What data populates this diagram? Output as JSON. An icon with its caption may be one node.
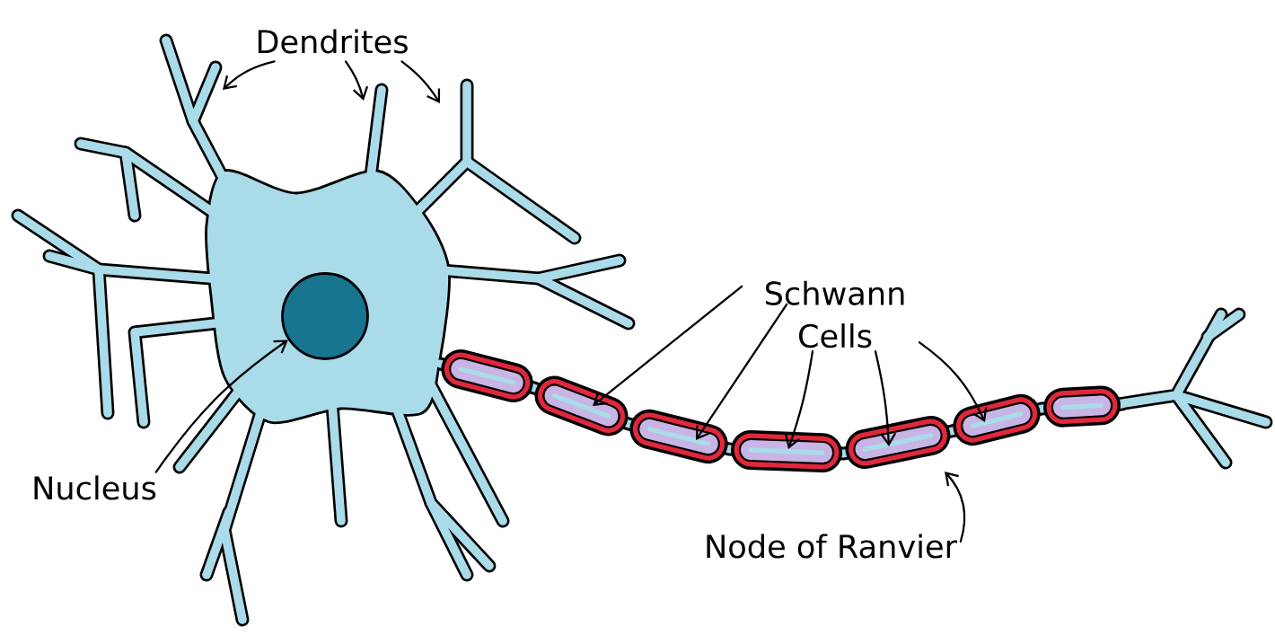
{
  "diagram": {
    "nodes": [
      {
        "text": [
          "Dendrites"
        ]
      },
      {
        "text": [
          "Nucleus"
        ]
      },
      {
        "text": [],
        "shape": "circle"
      },
      {
        "text": [
          "Schwann Cells"
        ]
      },
      {
        "text": [
          "Node of Ranvier"
        ]
      }
    ],
    "edges": [
      {
        "from": 0,
        "to": null,
        "arrow": "to"
      },
      {
        "from": 0,
        "to": null,
        "arrow": "to"
      },
      {
        "from": 0,
        "to": null,
        "arrow": "to"
      },
      {
        "from": 1,
        "to": 2,
        "arrow": "to"
      },
      {
        "from": 3,
        "to": null,
        "arrow": "to"
      },
      {
        "from": 3,
        "to": null,
        "arrow": "to"
      },
      {
        "from": 3,
        "to": null,
        "arrow": "to"
      },
      {
        "from": 3,
        "to": null,
        "arrow": "to"
      },
      {
        "from": 3,
        "to": null,
        "arrow": "to"
      },
      {
        "from": 4,
        "to": null,
        "arrow": "to"
      }
    ]
  }
}
